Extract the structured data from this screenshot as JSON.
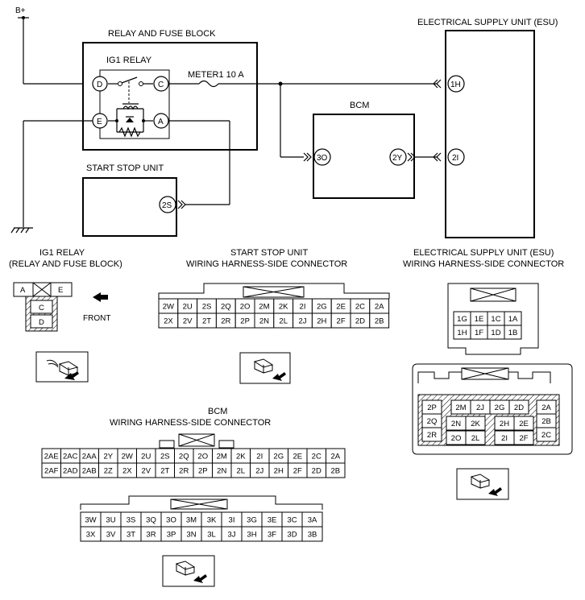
{
  "labels": {
    "b_plus": "B+",
    "relay_fuse_block": "RELAY AND FUSE BLOCK",
    "ig1_relay": "IG1 RELAY",
    "meter1": "METER1 10 A",
    "bcm": "BCM",
    "esu": "ELECTRICAL SUPPLY UNIT (ESU)",
    "start_stop_unit": "START STOP UNIT"
  },
  "pins": {
    "D": "D",
    "C": "C",
    "E": "E",
    "A": "A",
    "esu_1h": "1H",
    "esu_2i": "2I",
    "bcm_3o": "3O",
    "bcm_2y": "2Y",
    "ssu_2s": "2S"
  },
  "connectors": {
    "ig1": {
      "title1": "IG1 RELAY",
      "title2": "(RELAY AND FUSE BLOCK)",
      "front": "FRONT",
      "cells": [
        "A",
        "E",
        "C",
        "D"
      ]
    },
    "ssu": {
      "title1": "START STOP UNIT",
      "title2": "WIRING HARNESS-SIDE CONNECTOR",
      "row1": [
        "2W",
        "2U",
        "2S",
        "2Q",
        "2O",
        "2M",
        "2K",
        "2I",
        "2G",
        "2E",
        "2C",
        "2A"
      ],
      "row2": [
        "2X",
        "2V",
        "2T",
        "2R",
        "2P",
        "2N",
        "2L",
        "2J",
        "2H",
        "2F",
        "2D",
        "2B"
      ]
    },
    "esu": {
      "title1": "ELECTRICAL SUPPLY UNIT (ESU)",
      "title2": "WIRING HARNESS-SIDE CONNECTOR",
      "top_row1": [
        "1G",
        "1E",
        "1C",
        "1A"
      ],
      "top_row2": [
        "1H",
        "1F",
        "1D",
        "1B"
      ],
      "bottom": [
        "2P",
        "2Q",
        "2R",
        "2M",
        "2J",
        "2G",
        "2D",
        "2N",
        "2K",
        "2H",
        "2E",
        "2O",
        "2L",
        "2I",
        "2F",
        "2A",
        "2B",
        "2C"
      ]
    },
    "bcm": {
      "title1": "BCM",
      "title2": "WIRING HARNESS-SIDE CONNECTOR",
      "row1": [
        "2AE",
        "2AC",
        "2AA",
        "2Y",
        "2W",
        "2U",
        "2S",
        "2Q",
        "2O",
        "2M",
        "2K",
        "2I",
        "2G",
        "2E",
        "2C",
        "2A"
      ],
      "row2": [
        "2AF",
        "2AD",
        "2AB",
        "2Z",
        "2X",
        "2V",
        "2T",
        "2R",
        "2P",
        "2N",
        "2L",
        "2J",
        "2H",
        "2F",
        "2D",
        "2B"
      ],
      "row3": [
        "3W",
        "3U",
        "3S",
        "3Q",
        "3O",
        "3M",
        "3K",
        "3I",
        "3G",
        "3E",
        "3C",
        "3A"
      ],
      "row4": [
        "3X",
        "3V",
        "3T",
        "3R",
        "3P",
        "3N",
        "3L",
        "3J",
        "3H",
        "3F",
        "3D",
        "3B"
      ]
    }
  }
}
